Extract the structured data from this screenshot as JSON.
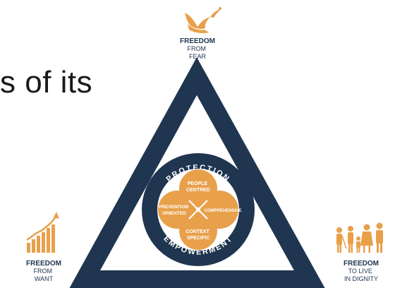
{
  "slide_fragment": "s of its",
  "diagram": {
    "top_label": {
      "line1": "FREEDOM",
      "line2": "FROM",
      "line3": "FEAR",
      "icon": "dove-icon"
    },
    "left_label": {
      "line1": "FREEDOM",
      "line2": "FROM",
      "line3": "WANT",
      "icon": "rising-bar-chart-icon"
    },
    "right_label": {
      "line1": "FREEDOM",
      "line2": "TO LIVE",
      "line3": "IN DIGNITY",
      "icon": "family-icon"
    },
    "ring_top": "PROTECTION",
    "ring_bottom": "EMPOWERMENT",
    "petals": {
      "top": [
        "PEOPLE",
        "CENTRED"
      ],
      "left": [
        "PREVENTION",
        "ORIENTED"
      ],
      "right": [
        "COMPREHENSIVE"
      ],
      "bottom": [
        "CONTEXT",
        "SPECIFIC"
      ]
    },
    "colors": {
      "navy": "#1f3550",
      "orange": "#e8a04b",
      "white": "#ffffff"
    }
  }
}
